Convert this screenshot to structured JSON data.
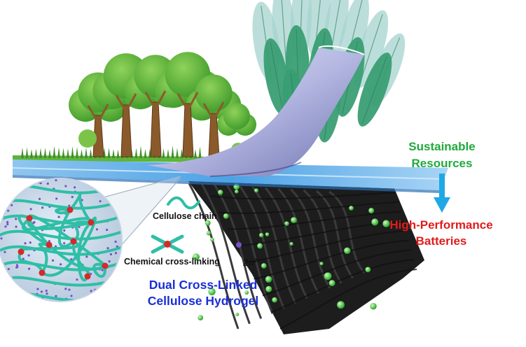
{
  "legend": {
    "cellulose_chain": "Cellulose chain",
    "chemical_crosslinking": "Chemical cross-linking",
    "zn_ion_base": "Zn",
    "zn_ion_charge": "2+"
  },
  "title": {
    "line1": "Dual Cross-Linked",
    "line2": "Cellulose Hydrogel"
  },
  "flow": {
    "top_line1": "Sustainable",
    "top_line2": "Resources",
    "bottom_line1": "High-Performance",
    "bottom_line2": "Batteries"
  },
  "colors": {
    "title": "#1a2fd6",
    "sustainable": "#1faa3c",
    "performance": "#e01c1c",
    "arrow": "#1fa8e6",
    "cellulose": "#2fbfa6",
    "crosslink_node": "#d42a2a",
    "zn_ion": "#7a4fc8",
    "tree_canopy": "#5fb43a",
    "tree_trunk": "#8b5a2b",
    "leaves": "#3a9e74",
    "water": "#5aa9e8",
    "battery": "#2a2a2a",
    "battery_particle": "#3fd13f"
  }
}
